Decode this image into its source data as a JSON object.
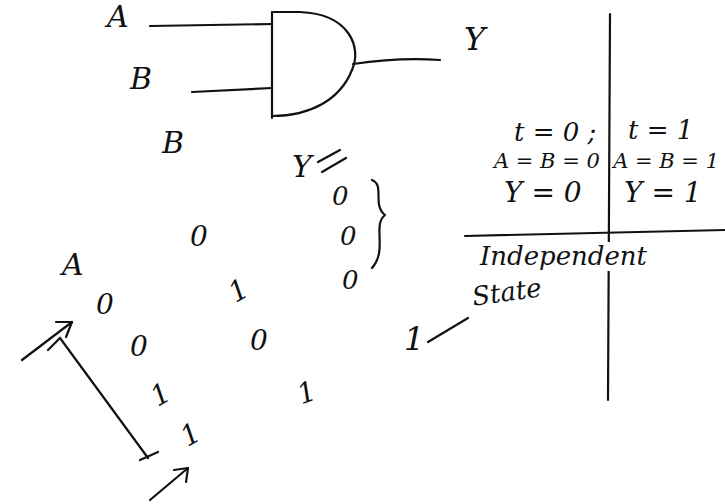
{
  "diagram": {
    "labels": [
      "A",
      "B",
      "Y",
      "t = 0 ;",
      "A = B = 0",
      "Y = 0",
      "t = 1",
      "A = B = 1",
      "Y = 1",
      "Independent",
      "State",
      "A",
      "B",
      "Y",
      "0",
      "0",
      "1",
      "1",
      "0",
      "1",
      "0",
      "1",
      "0",
      "0",
      "0",
      "1"
    ]
  }
}
